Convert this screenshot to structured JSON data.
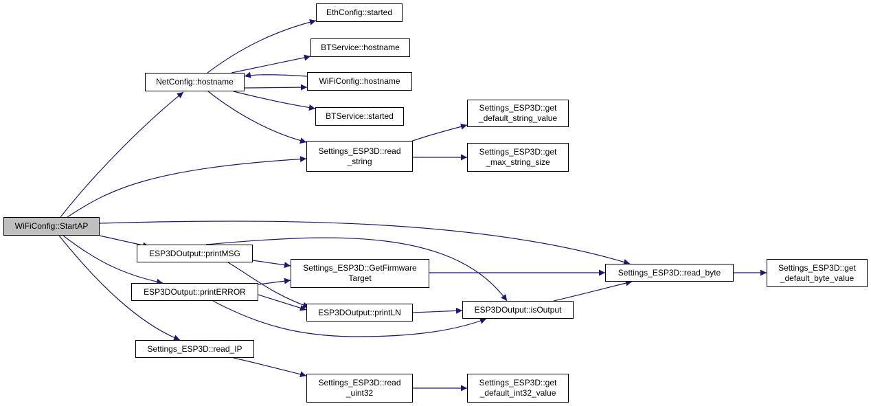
{
  "graph": {
    "edge_color": "#191970",
    "root_fill": "#bfbfbf",
    "node_fill": "#ffffff",
    "nodes": {
      "start_ap": {
        "lines": [
          "WiFiConfig::StartAP"
        ]
      },
      "net_hostname": {
        "lines": [
          "NetConfig::hostname"
        ]
      },
      "eth_started": {
        "lines": [
          "EthConfig::started"
        ]
      },
      "bt_hostname": {
        "lines": [
          "BTService::hostname"
        ]
      },
      "wifi_hostname": {
        "lines": [
          "WiFiConfig::hostname"
        ]
      },
      "bt_started": {
        "lines": [
          "BTService::started"
        ]
      },
      "read_string": {
        "lines": [
          "Settings_ESP3D::read",
          "_string"
        ]
      },
      "get_default_string": {
        "lines": [
          "Settings_ESP3D::get",
          "_default_string_value"
        ]
      },
      "get_max_string": {
        "lines": [
          "Settings_ESP3D::get",
          "_max_string_size"
        ]
      },
      "print_msg": {
        "lines": [
          "ESP3DOutput::printMSG"
        ]
      },
      "print_error": {
        "lines": [
          "ESP3DOutput::printERROR"
        ]
      },
      "get_firmware_target": {
        "lines": [
          "Settings_ESP3D::GetFirmware",
          "Target"
        ]
      },
      "print_ln": {
        "lines": [
          "ESP3DOutput::printLN"
        ]
      },
      "is_output": {
        "lines": [
          "ESP3DOutput::isOutput"
        ]
      },
      "read_byte": {
        "lines": [
          "Settings_ESP3D::read_byte"
        ]
      },
      "get_default_byte": {
        "lines": [
          "Settings_ESP3D::get",
          "_default_byte_value"
        ]
      },
      "read_ip": {
        "lines": [
          "Settings_ESP3D::read_IP"
        ]
      },
      "read_uint32": {
        "lines": [
          "Settings_ESP3D::read",
          "_uint32"
        ]
      },
      "get_default_int32": {
        "lines": [
          "Settings_ESP3D::get",
          "_default_int32_value"
        ]
      }
    },
    "edges": [
      [
        "start_ap",
        "net_hostname"
      ],
      [
        "start_ap",
        "read_string"
      ],
      [
        "start_ap",
        "read_byte"
      ],
      [
        "start_ap",
        "print_msg"
      ],
      [
        "start_ap",
        "print_error"
      ],
      [
        "start_ap",
        "read_ip"
      ],
      [
        "net_hostname",
        "eth_started"
      ],
      [
        "net_hostname",
        "bt_hostname"
      ],
      [
        "net_hostname",
        "wifi_hostname"
      ],
      [
        "wifi_hostname",
        "net_hostname"
      ],
      [
        "net_hostname",
        "bt_started"
      ],
      [
        "net_hostname",
        "read_string"
      ],
      [
        "read_string",
        "get_default_string"
      ],
      [
        "read_string",
        "get_max_string"
      ],
      [
        "print_msg",
        "get_firmware_target"
      ],
      [
        "print_msg",
        "print_ln"
      ],
      [
        "print_msg",
        "is_output"
      ],
      [
        "print_error",
        "get_firmware_target"
      ],
      [
        "print_error",
        "print_ln"
      ],
      [
        "print_error",
        "is_output"
      ],
      [
        "get_firmware_target",
        "read_byte"
      ],
      [
        "print_ln",
        "is_output"
      ],
      [
        "is_output",
        "read_byte"
      ],
      [
        "read_byte",
        "get_default_byte"
      ],
      [
        "read_ip",
        "read_uint32"
      ],
      [
        "read_uint32",
        "get_default_int32"
      ]
    ]
  }
}
